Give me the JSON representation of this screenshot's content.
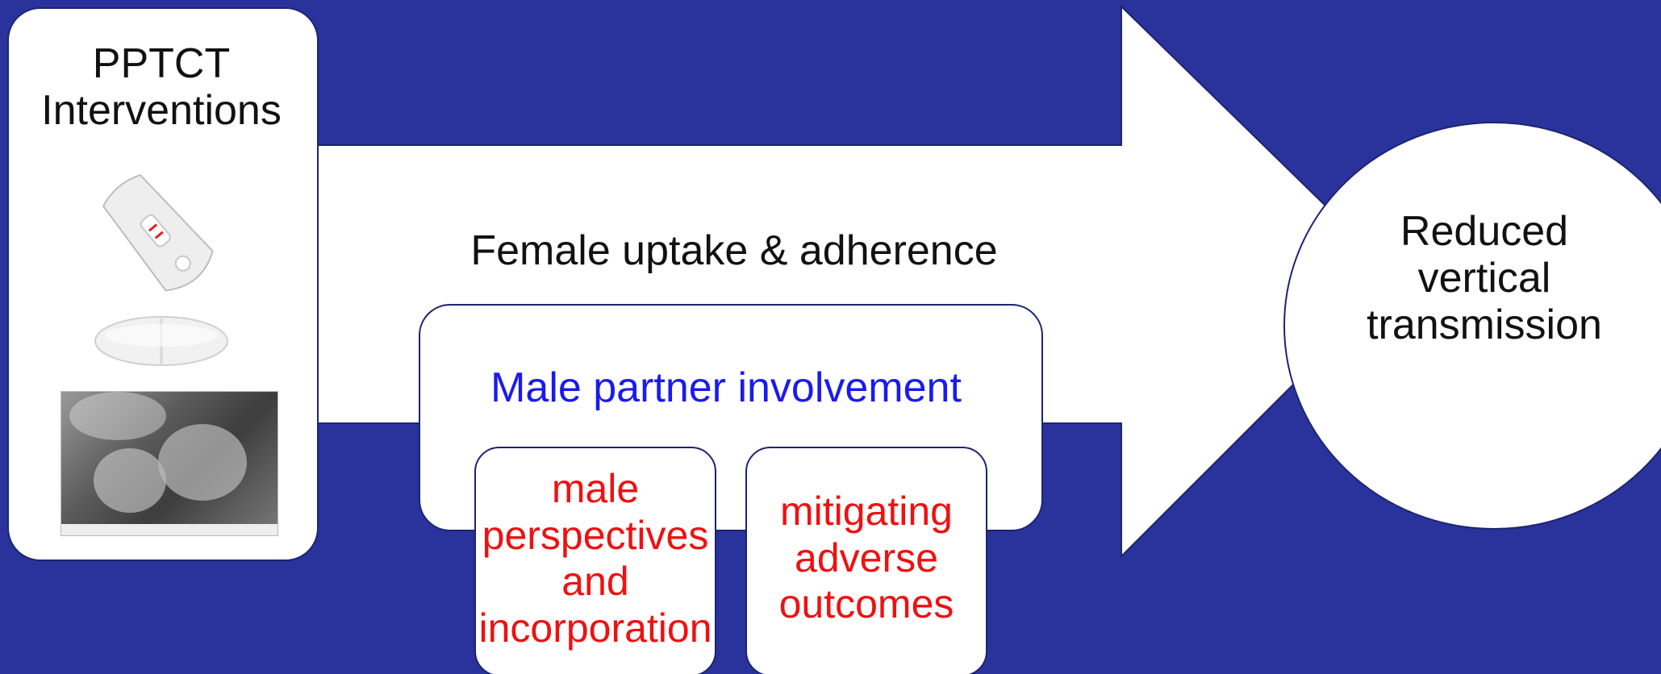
{
  "left_panel": {
    "title_line1": "PPTCT",
    "title_line2": "Interventions",
    "icons": [
      "hiv-test-kit-icon",
      "pill-tablet-icon",
      "breastfeeding-photo"
    ]
  },
  "arrow": {
    "label": "Female uptake & adherence"
  },
  "male_box": {
    "label": "Male partner involvement",
    "sub_boxes": [
      {
        "lines": [
          "male",
          "perspectives",
          "and",
          "incorporation"
        ]
      },
      {
        "lines": [
          "mitigating",
          "adverse",
          "outcomes"
        ]
      }
    ]
  },
  "outcome": {
    "lines": [
      "Reduced",
      "vertical",
      "transmission"
    ]
  },
  "colors": {
    "background": "#29339b",
    "shape_fill": "#ffffff",
    "male_label": "#1a1aee",
    "sub_label": "#ee1111",
    "text": "#111111"
  }
}
